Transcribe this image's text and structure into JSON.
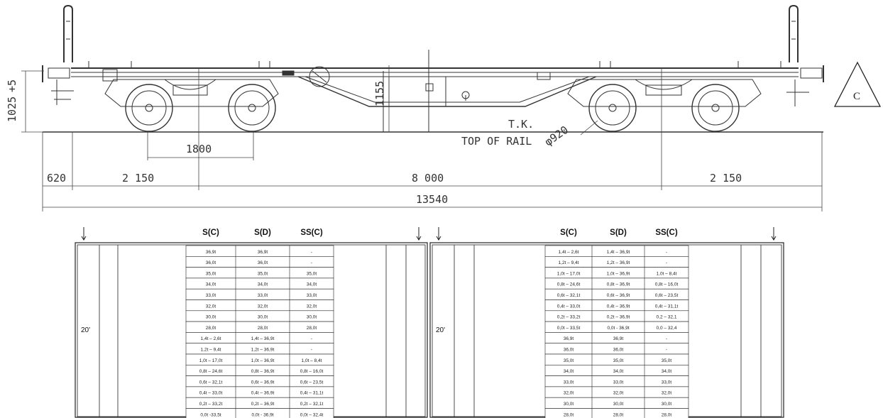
{
  "drawing": {
    "dimensions": {
      "height_left": "1025",
      "height_left_tol": "+5",
      "deck_height": "1155",
      "wheel_dia": "φ920",
      "bogie_wheelbase": "1800",
      "overhang": "620",
      "bogie_offset_left": "2 150",
      "bogie_centres": "8 000",
      "bogie_offset_right": "2 150",
      "total_length": "13540"
    },
    "rail_labels": {
      "tk": "T.K.",
      "top_of_rail": "TOP OF RAIL"
    },
    "gauge_label": "C"
  },
  "tables": [
    {
      "headers": [
        "S(C)",
        "S(D)",
        "SS(C)"
      ],
      "size_label": "20'",
      "rows": [
        [
          "36,9t",
          "36,9t",
          "-"
        ],
        [
          "36,0t",
          "36,0t",
          "-"
        ],
        [
          "35,0t",
          "35,0t",
          "35,0t"
        ],
        [
          "34,0t",
          "34,0t",
          "34,0t"
        ],
        [
          "33,0t",
          "33,0t",
          "33,0t"
        ],
        [
          "32,0t",
          "32,0t",
          "32,0t"
        ],
        [
          "30,0t",
          "30,0t",
          "30,0t"
        ],
        [
          "28,0t",
          "28,0t",
          "28,0t"
        ],
        [
          "1,4t – 2,6t",
          "1,4t – 36,9t",
          "-"
        ],
        [
          "1,2t – 9,4t",
          "1,2t – 36,9t",
          "-"
        ],
        [
          "1,0t – 17,0t",
          "1,0t – 36,9t",
          "1,0t – 8,4t"
        ],
        [
          "0,8t – 24,6t",
          "0,8t – 36,9t",
          "0,8t – 16,0t"
        ],
        [
          "0,6t – 32,1t",
          "0,6t – 36,9t",
          "0,6t – 23,5t"
        ],
        [
          "0,4t – 33,0t",
          "0,4t – 36,9t",
          "0,4t – 31,1t"
        ],
        [
          "0,2t – 33,2t",
          "0,2t – 36,9t",
          "0,2t – 32,1t"
        ],
        [
          "0,0t -33,5t",
          "0,0t - 36,9t",
          "0,0t – 32,4t"
        ]
      ]
    },
    {
      "headers": [
        "S(C)",
        "S(D)",
        "SS(C)"
      ],
      "size_label": "20'",
      "rows": [
        [
          "1,4t – 2,6t",
          "1,4t – 36,9t",
          "-"
        ],
        [
          "1,2t – 9,4t",
          "1,2t – 36,9t",
          "-"
        ],
        [
          "1,0t – 17,0t",
          "1,0t – 36,9t",
          "1,0t – 8,4t"
        ],
        [
          "0,8t – 24,6t",
          "0,8t – 36,9t",
          "0,8t – 16,0t"
        ],
        [
          "0,6t – 32,1t",
          "0,6t – 36,9t",
          "0,6t – 23,5t"
        ],
        [
          "0,4t – 33,0t",
          "0,4t – 36,9t",
          "0,4t – 31,1t"
        ],
        [
          "0,2t – 33,2t",
          "0,2t – 36,9t",
          "0,2 – 32,1"
        ],
        [
          "0,0t – 33,5t",
          "0,0t - 36,9t",
          "0,0 – 32,4"
        ],
        [
          "36,9t",
          "36,9t",
          "-"
        ],
        [
          "36,0t",
          "36,0t",
          "-"
        ],
        [
          "35,0t",
          "35,0t",
          "35,0t"
        ],
        [
          "34,0t",
          "34,0t",
          "34,0t"
        ],
        [
          "33,0t",
          "33,0t",
          "33,0t"
        ],
        [
          "32,0t",
          "32,0t",
          "32,0t"
        ],
        [
          "30,0t",
          "30,0t",
          "30,0t"
        ],
        [
          "28,0t",
          "28,0t",
          "28,0t"
        ]
      ]
    }
  ]
}
